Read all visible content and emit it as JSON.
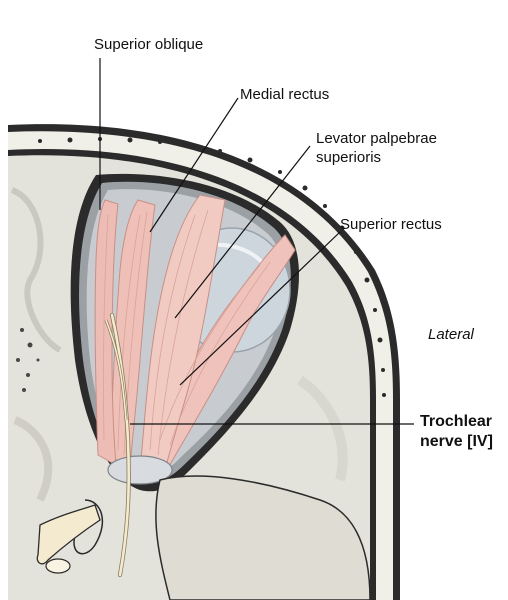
{
  "labels": {
    "superior_oblique": "Superior oblique",
    "medial_rectus": "Medial rectus",
    "levator_line1": "Levator palpebrae",
    "levator_line2": "superioris",
    "superior_rectus": "Superior rectus",
    "lateral": "Lateral",
    "trochlear_line1": "Trochlear",
    "trochlear_line2": "nerve [IV]"
  },
  "colors": {
    "bone": "#e4e3db",
    "bone_shadow": "#b9b8ad",
    "muscle": "#efc3bb",
    "muscle_line": "#c98f86",
    "globe": "#cdd5dd",
    "nerve": "#f4ead0"
  }
}
